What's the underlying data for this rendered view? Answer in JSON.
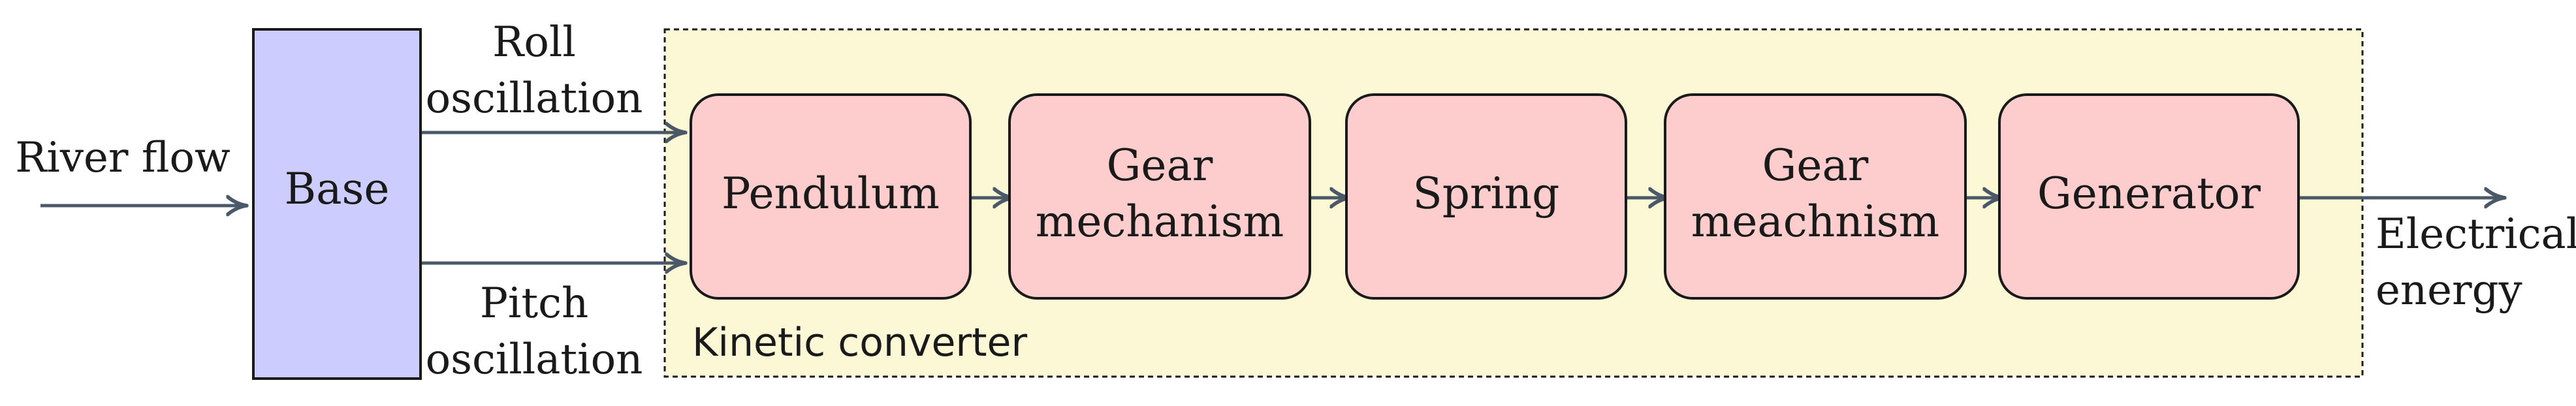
{
  "input": {
    "label": "River flow"
  },
  "base": {
    "label": "Base",
    "color": "#ccccff"
  },
  "oscillations": {
    "roll": [
      "Roll",
      "oscillation"
    ],
    "pitch": [
      "Pitch",
      "oscillation"
    ]
  },
  "converter": {
    "label": "Kinetic converter",
    "color": "#fcf7d5"
  },
  "stages": [
    {
      "lines": [
        "Pendulum"
      ]
    },
    {
      "lines": [
        "Gear",
        "mechanism"
      ]
    },
    {
      "lines": [
        "Spring"
      ]
    },
    {
      "lines": [
        "Gear",
        "meachnism"
      ]
    },
    {
      "lines": [
        "Generator"
      ]
    }
  ],
  "stage_color": "#fdcccc",
  "output": {
    "lines": [
      "Electrical",
      "energy"
    ]
  },
  "arrow_color": "#4a5868"
}
